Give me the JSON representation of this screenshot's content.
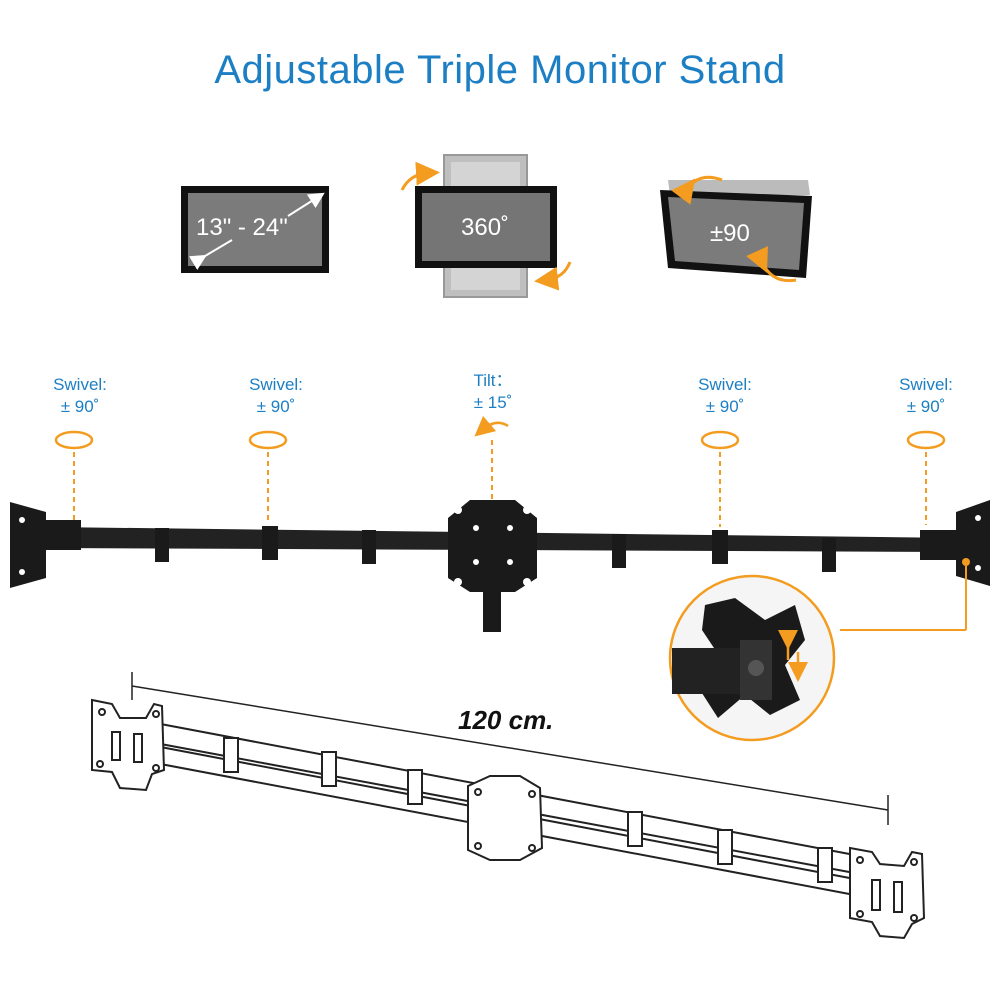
{
  "title": "Adjustable Triple Monitor Stand",
  "features": [
    {
      "label": "13\" - 24\"",
      "icon": "screen-size-icon"
    },
    {
      "label": "360˚",
      "icon": "rotation-icon"
    },
    {
      "label": "±90",
      "icon": "tilt-icon"
    }
  ],
  "callouts": [
    {
      "title": "Swivel:",
      "value": "± 90˚"
    },
    {
      "title": "Swivel:",
      "value": "± 90˚"
    },
    {
      "title": "Tilt：",
      "value": "± 15˚"
    },
    {
      "title": "Swivel:",
      "value": "± 90˚"
    },
    {
      "title": "Swivel:",
      "value": "± 90˚"
    }
  ],
  "dimension_label": "120 cm.",
  "colors": {
    "title": "#1c7fc4",
    "accent": "#f39c1f",
    "hardware": "#1a1a1a",
    "screen": "#7b7b7b"
  }
}
